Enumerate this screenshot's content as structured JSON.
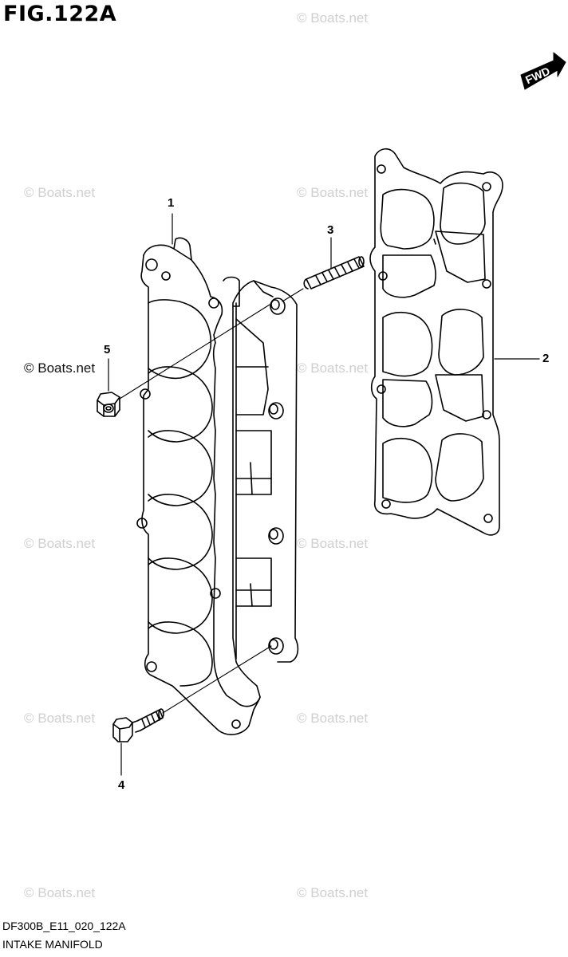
{
  "figure": {
    "title": "FIG.122A",
    "drawing_code": "DF300B_E11_020_122A",
    "caption": "INTAKE MANIFOLD",
    "direction_label": "FWD"
  },
  "watermark": "© Boats.net",
  "callouts": [
    "1",
    "2",
    "3",
    "4",
    "5"
  ]
}
